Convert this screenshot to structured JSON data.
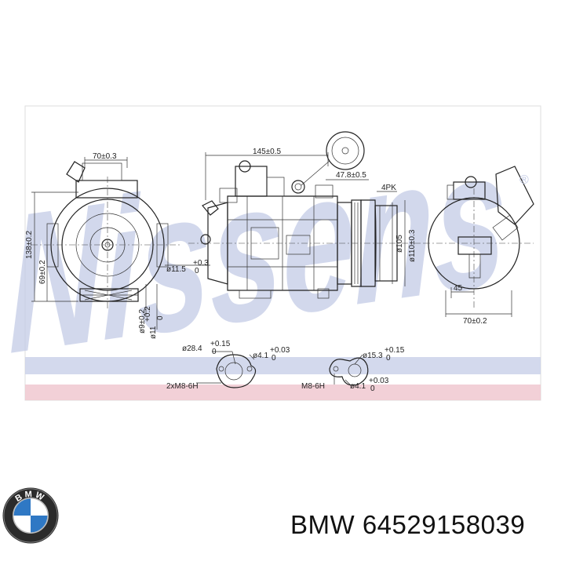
{
  "watermark": "Nissens",
  "dimensions": {
    "d70_top": "70±0.3",
    "d145": "145±0.5",
    "d478": "47.8±0.5",
    "belt": "4PK",
    "h138": "138±0.2",
    "h69": "69±0.2",
    "dia115": "ø11.5",
    "dia115_tol": "+0.3",
    "dia115_tol2": "0",
    "dia105": "ø105",
    "dia110": "ø110±0.3",
    "w45": "45",
    "w70_bottom": "70±0.2",
    "dia9": "ø9±0.2",
    "dia11": "ø11",
    "dia11_tol": "+0.2",
    "dia11_tol2": "0",
    "dia284": "ø28.4",
    "dia284_tol": "+0.15",
    "dia284_tol2": "0",
    "dia41a": "ø4.1",
    "dia41a_tol": "+0.03",
    "dia41a_tol2": "0",
    "thread_left": "2xM8-6H",
    "dia153": "ø15.3",
    "dia153_tol": "+0.15",
    "dia153_tol2": "0",
    "thread_right": "M8-6H",
    "dia41b": "ø4.1",
    "dia41b_tol": "+0.03",
    "dia41b_tol2": "0",
    "registered": "®"
  },
  "brand": {
    "logo_text": "BMW",
    "label": "BMW 64529158039"
  },
  "colors": {
    "watermark": "#c3cbe6",
    "band_blue": "#c8cfe8",
    "band_pink": "#f0c8d0",
    "line": "#222222"
  }
}
